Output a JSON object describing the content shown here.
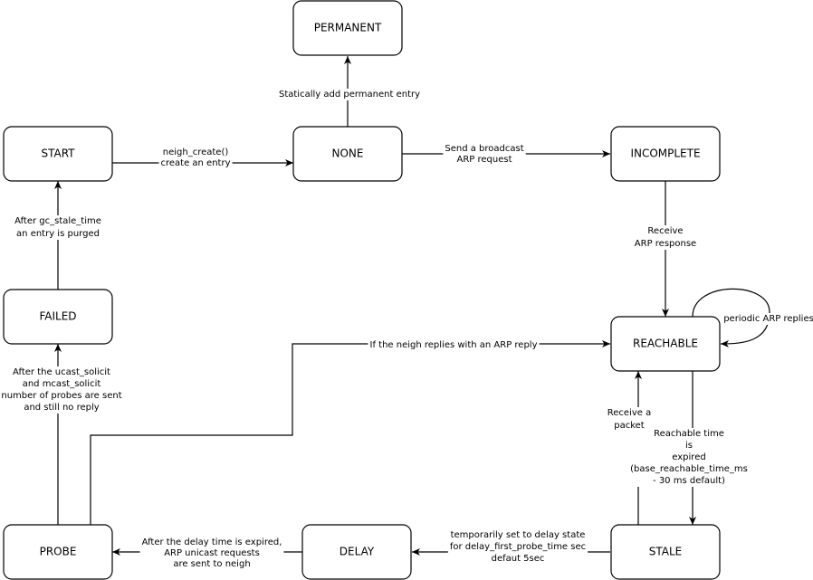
{
  "states": {
    "permanent": "PERMANENT",
    "start": "START",
    "none": "NONE",
    "incomplete": "INCOMPLETE",
    "failed": "FAILED",
    "reachable": "REACHABLE",
    "probe": "PROBE",
    "delay": "DELAY",
    "stale": "STALE"
  },
  "transitions": {
    "none_to_permanent": [
      "Statically add permanent entry"
    ],
    "start_to_none": [
      "neigh_create()",
      "create an entry"
    ],
    "none_to_incomplete": [
      "Send a broadcast",
      "ARP request"
    ],
    "incomplete_to_reachable": [
      "Receive",
      "ARP response"
    ],
    "reachable_self": [
      "periodic ARP replies"
    ],
    "failed_to_start": [
      "After gc_stale_time",
      "an entry is purged"
    ],
    "probe_to_reachable": [
      "If the neigh replies with an ARP reply"
    ],
    "probe_to_failed": [
      "After the ucast_solicit",
      "and mcast_solicit",
      "number of probes are sent",
      "and still no reply"
    ],
    "stale_to_reachable": [
      "Receive a",
      "packet"
    ],
    "reachable_to_stale": [
      "Reachable time",
      "is",
      "expired",
      "(base_reachable_time_ms",
      "- 30 ms default)"
    ],
    "stale_to_delay": [
      "temporarily set to delay state",
      "for delay_first_probe_time sec",
      "defaut 5sec"
    ],
    "delay_to_probe": [
      "After the delay time is expired,",
      "ARP unicast requests",
      "are sent to neigh"
    ]
  }
}
